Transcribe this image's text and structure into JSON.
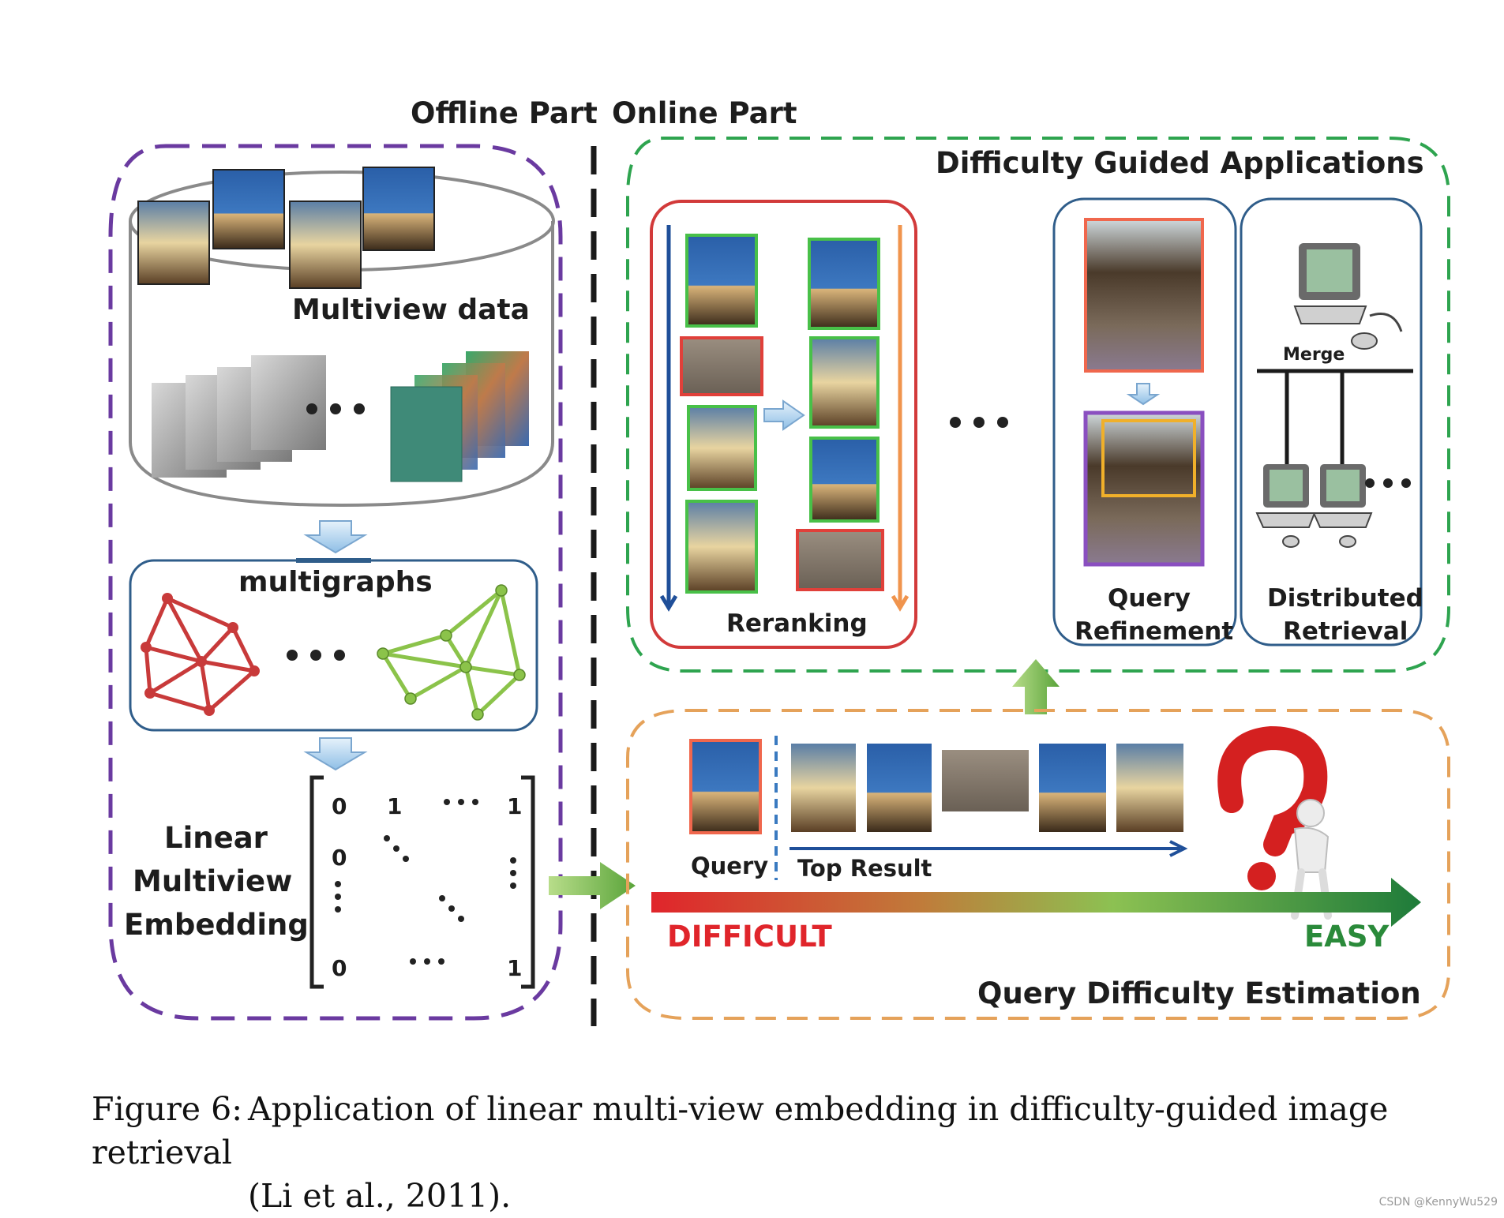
{
  "offline_header": "Offline Part",
  "online_header": "Online Part",
  "offline": {
    "multiview_data_label": "Multiview data",
    "multigraphs_label": "multigraphs",
    "embedding_label_lines": [
      "Linear",
      "Multiview",
      "Embedding"
    ],
    "matrix": {
      "row1": [
        "0",
        "1",
        "1"
      ],
      "row2": [
        "0"
      ],
      "row4": [
        "0",
        "1"
      ]
    }
  },
  "applications": {
    "title": "Difficulty Guided Applications",
    "reranking_label": "Reranking",
    "query_refinement_lines": [
      "Query",
      "Refinement"
    ],
    "merge_label": "Merge",
    "distributed_retrieval_lines": [
      "Distributed",
      "Retrieval"
    ]
  },
  "estimation": {
    "title": "Query Difficulty Estimation",
    "query_label": "Query",
    "top_result_label": "Top Result",
    "difficult_label": "DIFFICULT",
    "easy_label": "EASY"
  },
  "caption": {
    "number": "Figure 6:",
    "line1": "Application of linear multi-view embedding in difficulty-guided image retrieval",
    "line2": "(Li et al., 2011)."
  },
  "watermark": "CSDN @KennyWu529",
  "colors": {
    "offline_border": "#6a3aa0",
    "applications_border": "#2ea44f",
    "estimation_border": "#e5a25a",
    "reranking_border": "#d23a3a",
    "difficult": "#e0252b",
    "easy": "#2a8a3a",
    "red_graph": "#c83a3a",
    "green_graph": "#8bc34a"
  }
}
